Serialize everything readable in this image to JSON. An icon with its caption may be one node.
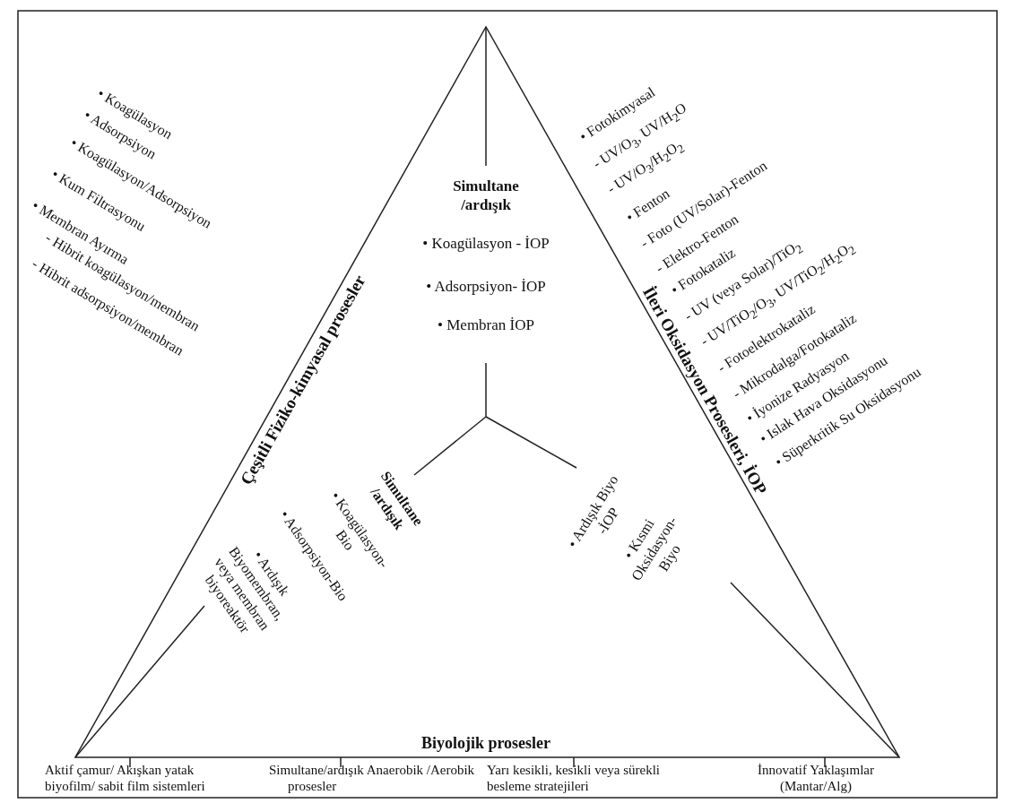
{
  "diagram": {
    "labels": [
      "• Koagülasyon",
      "• Adsorpsiyon",
      "• Koagülasyon/Adsorpsiyon",
      "• Kum Filtrasyonu",
      "• Membran Ayırma",
      "- Hibrit koagülasyon/membran",
      "- Hibrit adsorpsiyon/membran",
      "Çeşitli Fiziko-kimyasal prosesler",
      "Simultane /ardışık",
      "• Koagülasyon - İOP",
      "• Adsorpsiyon- İOP",
      "• Membran İOP",
      "İleri Oksidasyon Prosesleri, İOP",
      "• Fotokimyasal",
      "- UV/O$_{3}$, UV/H$_{2}$O",
      "- UV/O$_{3}$/H$_{2}$O$_{2}$",
      "• Fenton",
      "- Foto (UV/Solar)-Fenton",
      "- Elektro-Fenton",
      "• Fotokataliz",
      "- UV (veya Solar)/TiO$_{2}$",
      "- UV/TiO$_{2}$/O$_{3}$, UV/TiO$_{2}$/H$_{2}$O$_{2}$",
      "- Fotoelektrokataliz",
      "- Mikrodalga/Fotokataliz",
      "• İyonize Radyasyon",
      "• Islak Hava Oksidasyonu",
      "• Süperkritik Su Oksidasyonu",
      "Simultane /ardışık",
      "• Koagülasyon- Bio",
      "• Adsorpsiyon-Bio",
      "• Ardışık Biyomembran, veya membran biyoreaktör",
      "• Ardışık Biyo -İOP",
      "• Kısmi Oksidasyon- Biyo",
      "Biyolojik prosesler",
      "Aktif çamur/ Akışkan yatak biyofilm/ sabit film sistemleri",
      "Simultane/ardışık Anaerobik /Aerobik prosesler",
      "Yarı kesikli, kesikli veya sürekli besleme stratejileri",
      "İnnovatif Yaklaşımlar (Mantar/Alg)"
    ]
  }
}
